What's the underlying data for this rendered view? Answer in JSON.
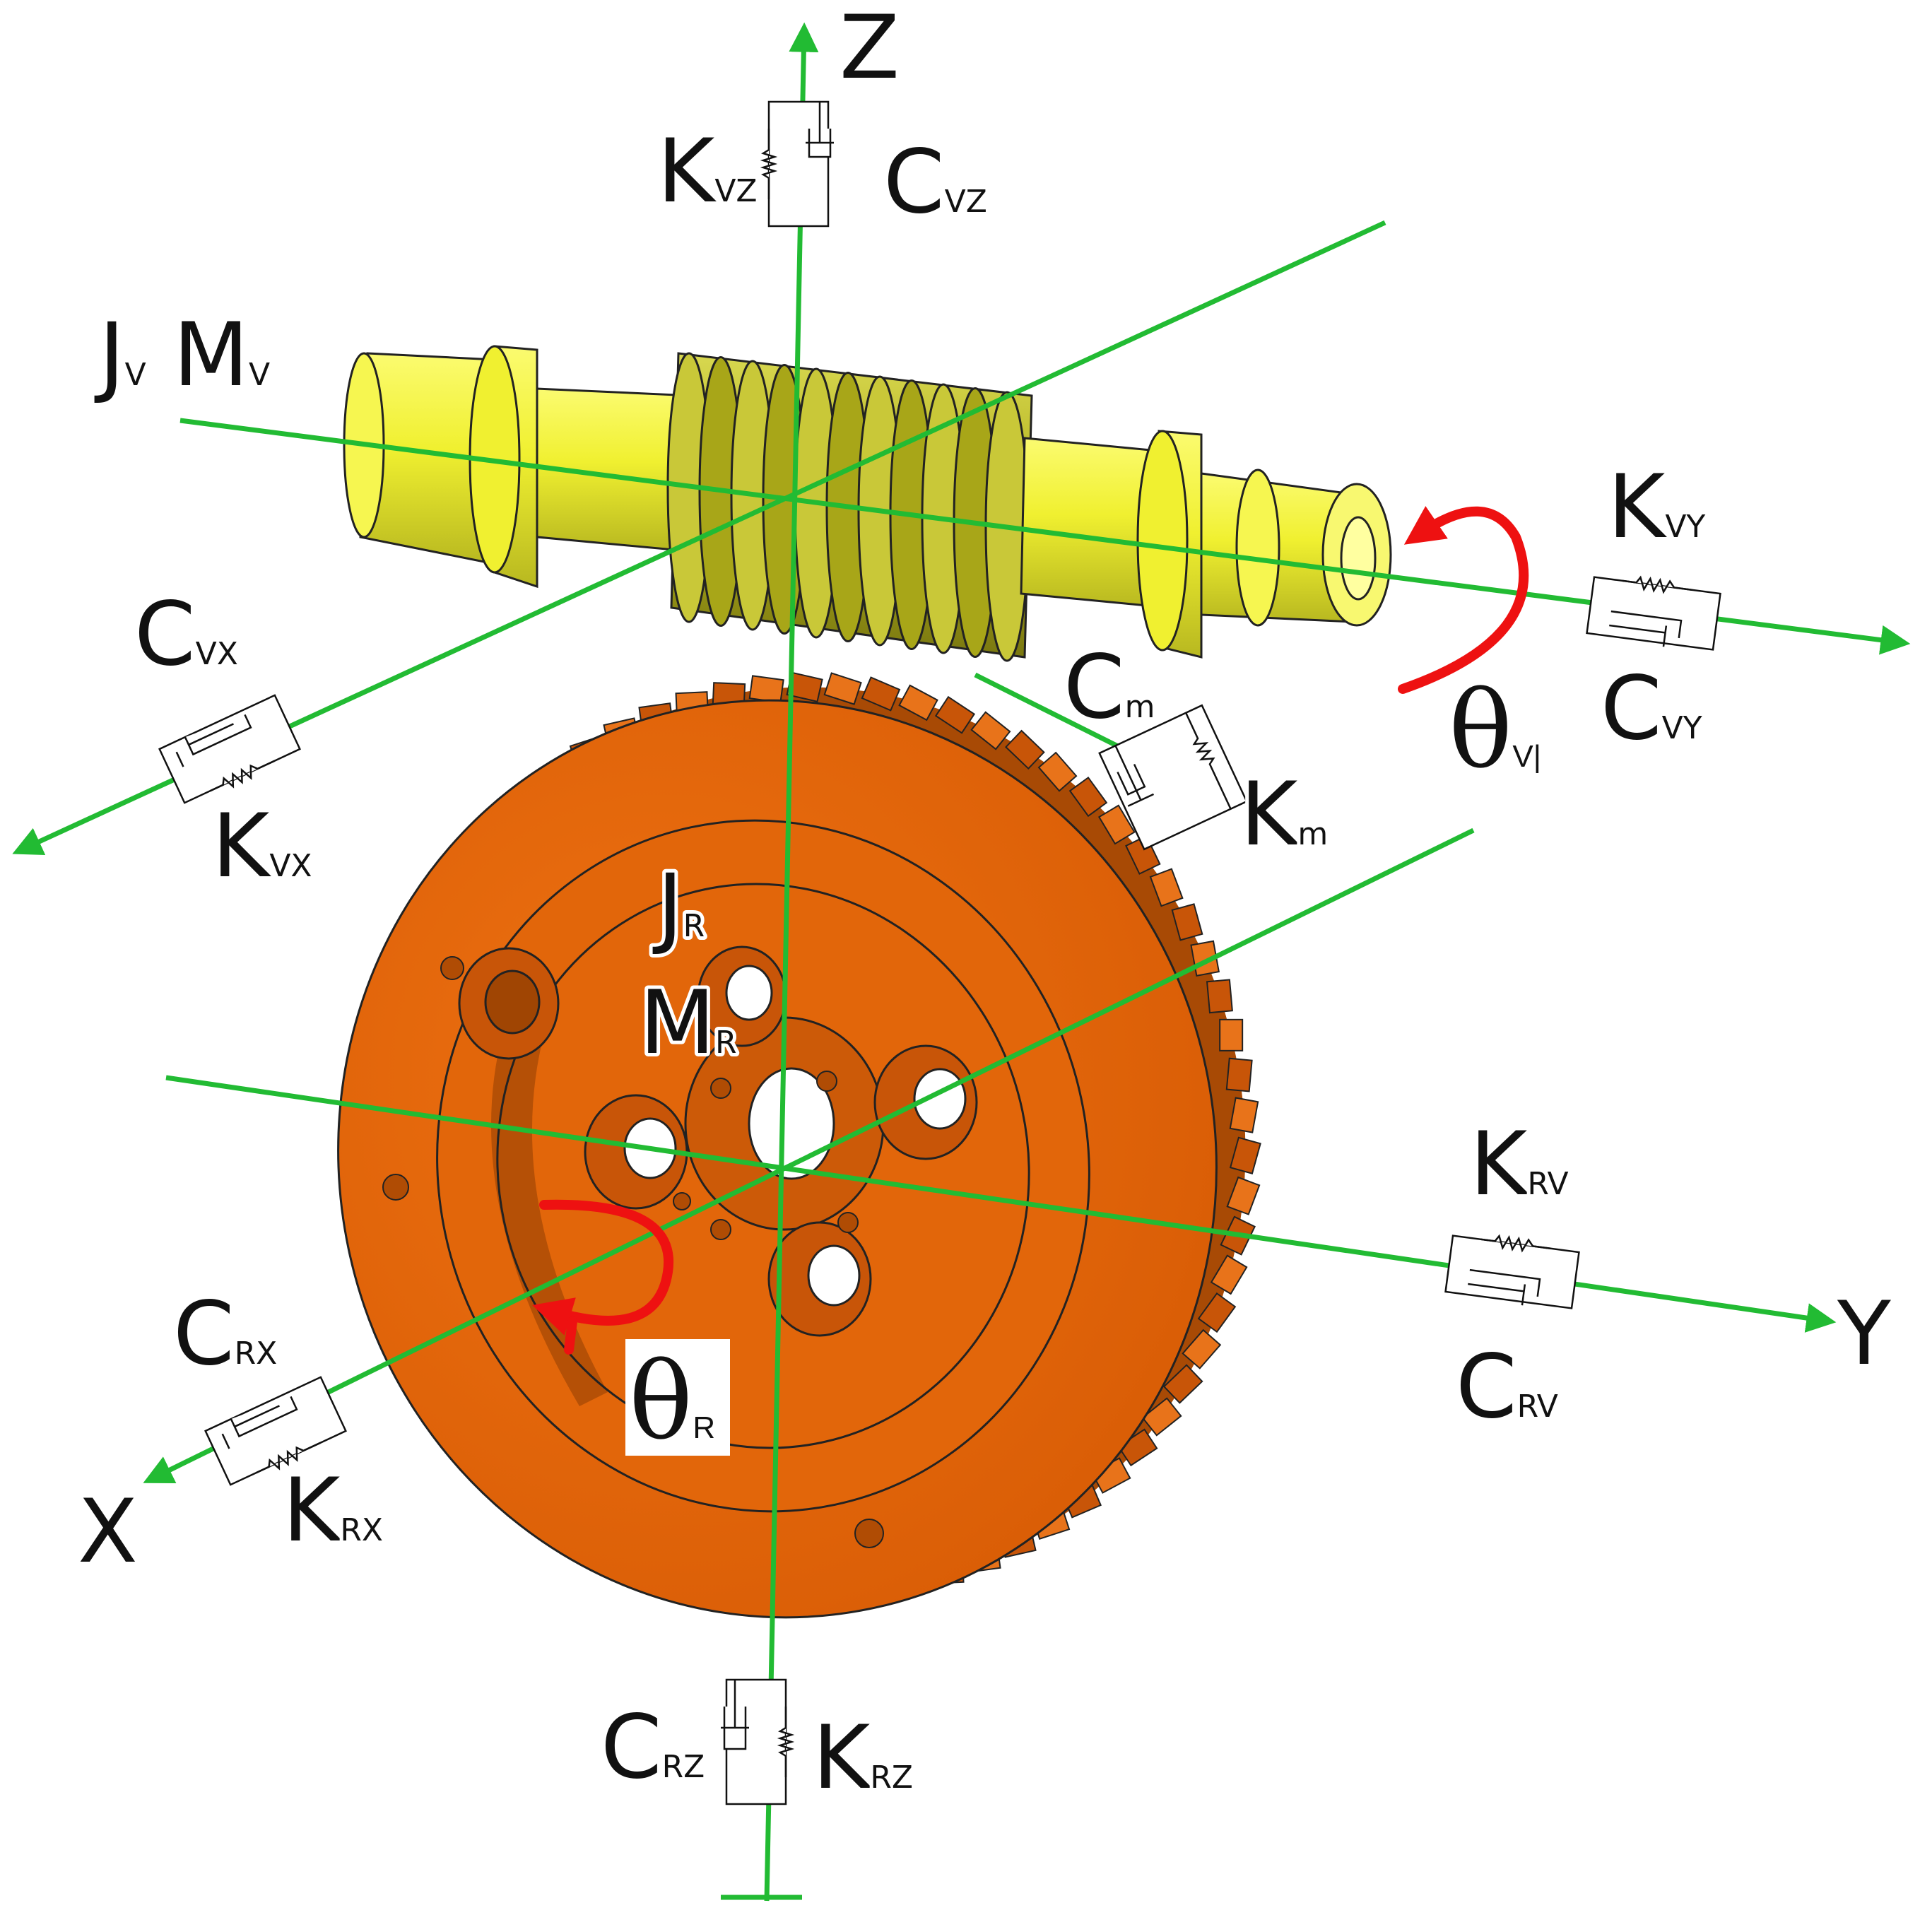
{
  "axes": {
    "x": "X",
    "y": "Y",
    "z": "Z"
  },
  "colors": {
    "axis": "#22bb33",
    "rotation": "#ee1111",
    "worm": "#f0f030",
    "worm_shadow": "#b8b820",
    "gear": "#e2660a",
    "gear_shadow": "#a84a05"
  },
  "worm_labels": {
    "j": {
      "main": "J",
      "sub": "V"
    },
    "m": {
      "main": "M",
      "sub": "V"
    },
    "theta": {
      "main": "θ",
      "sub": "V|"
    },
    "k_z": {
      "main": "K",
      "sub": "VZ"
    },
    "c_z": {
      "main": "C",
      "sub": "VZ"
    },
    "k_y": {
      "main": "K",
      "sub": "VY"
    },
    "c_y": {
      "main": "C",
      "sub": "VY"
    },
    "c_x": {
      "main": "C",
      "sub": "VX"
    },
    "k_x": {
      "main": "K",
      "sub": "VX"
    }
  },
  "mesh_labels": {
    "c": {
      "main": "C",
      "sub": "m"
    },
    "k": {
      "main": "K",
      "sub": "m"
    }
  },
  "gear_labels": {
    "j": {
      "main": "J",
      "sub": "R"
    },
    "m": {
      "main": "M",
      "sub": "R"
    },
    "theta": {
      "main": "θ",
      "sub": "R"
    },
    "k_y": {
      "main": "K",
      "sub": "RV"
    },
    "c_y": {
      "main": "C",
      "sub": "RV"
    },
    "c_x": {
      "main": "C",
      "sub": "RX"
    },
    "k_x": {
      "main": "K",
      "sub": "RX"
    },
    "c_z": {
      "main": "C",
      "sub": "RZ"
    },
    "k_z": {
      "main": "K",
      "sub": "RZ"
    }
  }
}
